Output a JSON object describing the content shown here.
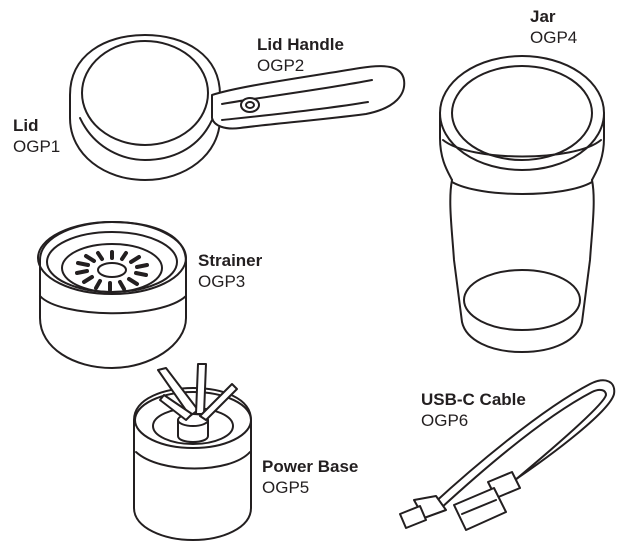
{
  "parts": {
    "lid": {
      "name": "Lid",
      "code": "OGP1"
    },
    "lid_handle": {
      "name": "Lid Handle",
      "code": "OGP2"
    },
    "strainer": {
      "name": "Strainer",
      "code": "OGP3"
    },
    "jar": {
      "name": "Jar",
      "code": "OGP4"
    },
    "power_base": {
      "name": "Power Base",
      "code": "OGP5"
    },
    "usb_cable": {
      "name": "USB-C Cable",
      "code": "OGP6"
    }
  },
  "style": {
    "line_color": "#231f20",
    "background": "#ffffff"
  }
}
